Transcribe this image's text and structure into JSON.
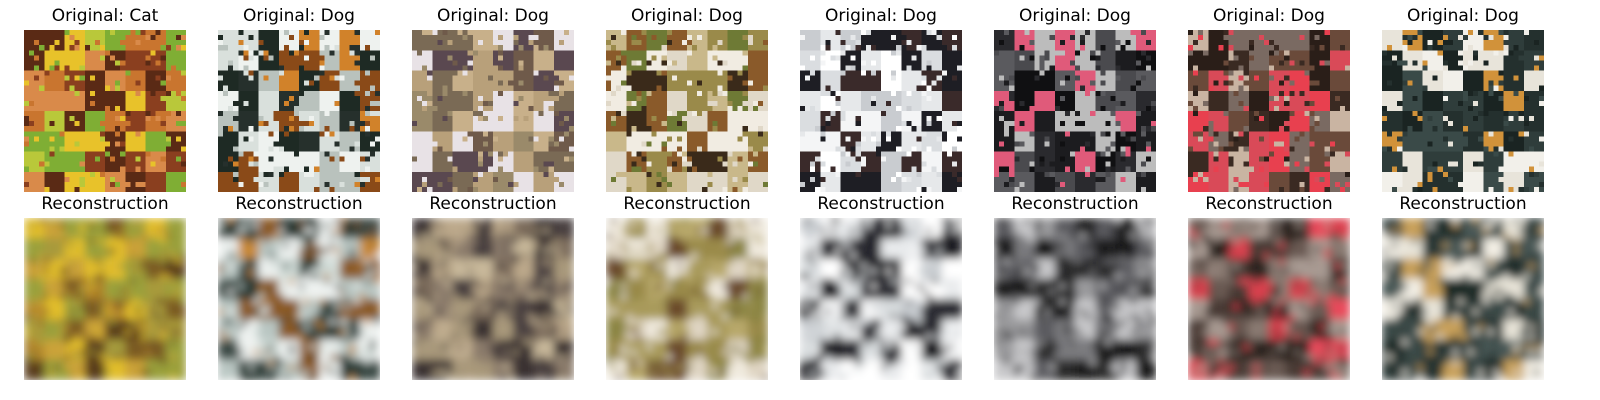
{
  "rows": [
    {
      "role": "original",
      "items": [
        {
          "title": "Original: Cat",
          "palette": [
            "#7fae34",
            "#d98a4a",
            "#c9752f",
            "#8a3f1f",
            "#e8c22a",
            "#5a2a15",
            "#b9c83a"
          ]
        },
        {
          "title": "Original: Dog",
          "palette": [
            "#1e2a24",
            "#d9e0dc",
            "#b9c2bd",
            "#d1822a",
            "#8a4a18",
            "#26302c",
            "#eef2ef"
          ]
        },
        {
          "title": "Original: Dog",
          "palette": [
            "#9a8a6a",
            "#6f5a4a",
            "#b8a07a",
            "#5a4850",
            "#e8e2e6",
            "#7a6a55",
            "#c8b08a"
          ]
        },
        {
          "title": "Original: Dog",
          "palette": [
            "#6e7a35",
            "#c9b88a",
            "#e0d8c8",
            "#8a5a2a",
            "#3a2a1a",
            "#9a8a4a",
            "#f1ece2"
          ]
        },
        {
          "title": "Original: Dog",
          "palette": [
            "#e6e8ea",
            "#f4f5f6",
            "#1e1e24",
            "#c9ccd0",
            "#ffffff",
            "#3a2a2a",
            "#dadde0"
          ]
        },
        {
          "title": "Original: Dog",
          "palette": [
            "#4a4a4e",
            "#101012",
            "#2a2a2e",
            "#e05a7a",
            "#bcbcbc",
            "#5a5a5e",
            "#1c1c1f"
          ]
        },
        {
          "title": "Original: Dog",
          "palette": [
            "#3a2a22",
            "#e8404f",
            "#c9b4a2",
            "#6a4a3a",
            "#7a6a62",
            "#d94a58",
            "#2a1e18"
          ]
        },
        {
          "title": "Original: Dog",
          "palette": [
            "#24302e",
            "#f2f0ea",
            "#1a2422",
            "#d1923a",
            "#3a4a48",
            "#e8e4da",
            "#2f3d3b"
          ]
        }
      ]
    },
    {
      "role": "reconstruction",
      "items": [
        {
          "title": "Reconstruction",
          "palette": [
            "#a89a3a",
            "#caa238",
            "#e2be2a",
            "#7a5a22",
            "#b88a2a",
            "#5a3e1a",
            "#9aa03a"
          ]
        },
        {
          "title": "Reconstruction",
          "palette": [
            "#2a3a34",
            "#cfdad6",
            "#c98a38",
            "#8a5a28",
            "#b9c6c2",
            "#eef2f0",
            "#3a4a44"
          ]
        },
        {
          "title": "Reconstruction",
          "palette": [
            "#a8987a",
            "#7a6a5a",
            "#bca88a",
            "#3a3030",
            "#c8b89a",
            "#8a7a6a",
            "#4a4040"
          ]
        },
        {
          "title": "Reconstruction",
          "palette": [
            "#8a8442",
            "#b8a86a",
            "#e0d6c4",
            "#6a4a2a",
            "#a89a5a",
            "#f0eade",
            "#9a8a4a"
          ]
        },
        {
          "title": "Reconstruction",
          "palette": [
            "#e8eaec",
            "#d8dcde",
            "#2a2a30",
            "#f4f5f6",
            "#c8ccd0",
            "#ffffff",
            "#1a1a20"
          ]
        },
        {
          "title": "Reconstruction",
          "palette": [
            "#5a5a5e",
            "#1a1a1c",
            "#7a7a7e",
            "#c8c8ca",
            "#2a2a2c",
            "#9a9a9c",
            "#121214"
          ]
        },
        {
          "title": "Reconstruction",
          "palette": [
            "#4a3a34",
            "#e8485a",
            "#a89a92",
            "#6a5a52",
            "#d9404e",
            "#8a7a72",
            "#2a201c"
          ]
        },
        {
          "title": "Reconstruction",
          "palette": [
            "#2a3836",
            "#e8e4d8",
            "#3a4846",
            "#f2eee4",
            "#c8a05a",
            "#1e2a28",
            "#4a5856"
          ]
        }
      ]
    }
  ]
}
